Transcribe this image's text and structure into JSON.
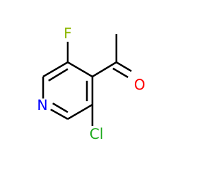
{
  "molecule": {
    "atoms": {
      "fluorine": {
        "symbol": "F",
        "color": "#8DB800"
      },
      "oxygen": {
        "symbol": "O",
        "color": "#FF0000"
      },
      "nitrogen": {
        "symbol": "N",
        "color": "#0000FF"
      },
      "chlorine": {
        "symbol": "Cl",
        "color": "#1FAA1F"
      }
    },
    "bond_color": "#000000"
  }
}
